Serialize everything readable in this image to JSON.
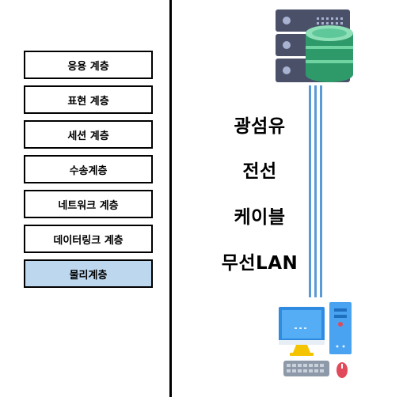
{
  "osi_layers": [
    {
      "label": "응용 계층",
      "highlighted": false
    },
    {
      "label": "표현 계층",
      "highlighted": false
    },
    {
      "label": "세션 계층",
      "highlighted": false
    },
    {
      "label": "수송계층",
      "highlighted": false
    },
    {
      "label": "네트워크 계층",
      "highlighted": false
    },
    {
      "label": "데이터링크 계층",
      "highlighted": false
    },
    {
      "label": "물리계층",
      "highlighted": true
    }
  ],
  "media": [
    "광섬유",
    "전선",
    "케이블",
    "무선LAN"
  ],
  "icons": {
    "server": "server-database-icon",
    "computer": "desktop-computer-icon"
  },
  "colors": {
    "highlight": "#bdd7ee",
    "cable": "#5b9bd5",
    "database_green": "#3fb27f",
    "server_body": "#4a5068",
    "monitor_blue": "#2f8be0",
    "tower_blue": "#4aa3f0"
  }
}
